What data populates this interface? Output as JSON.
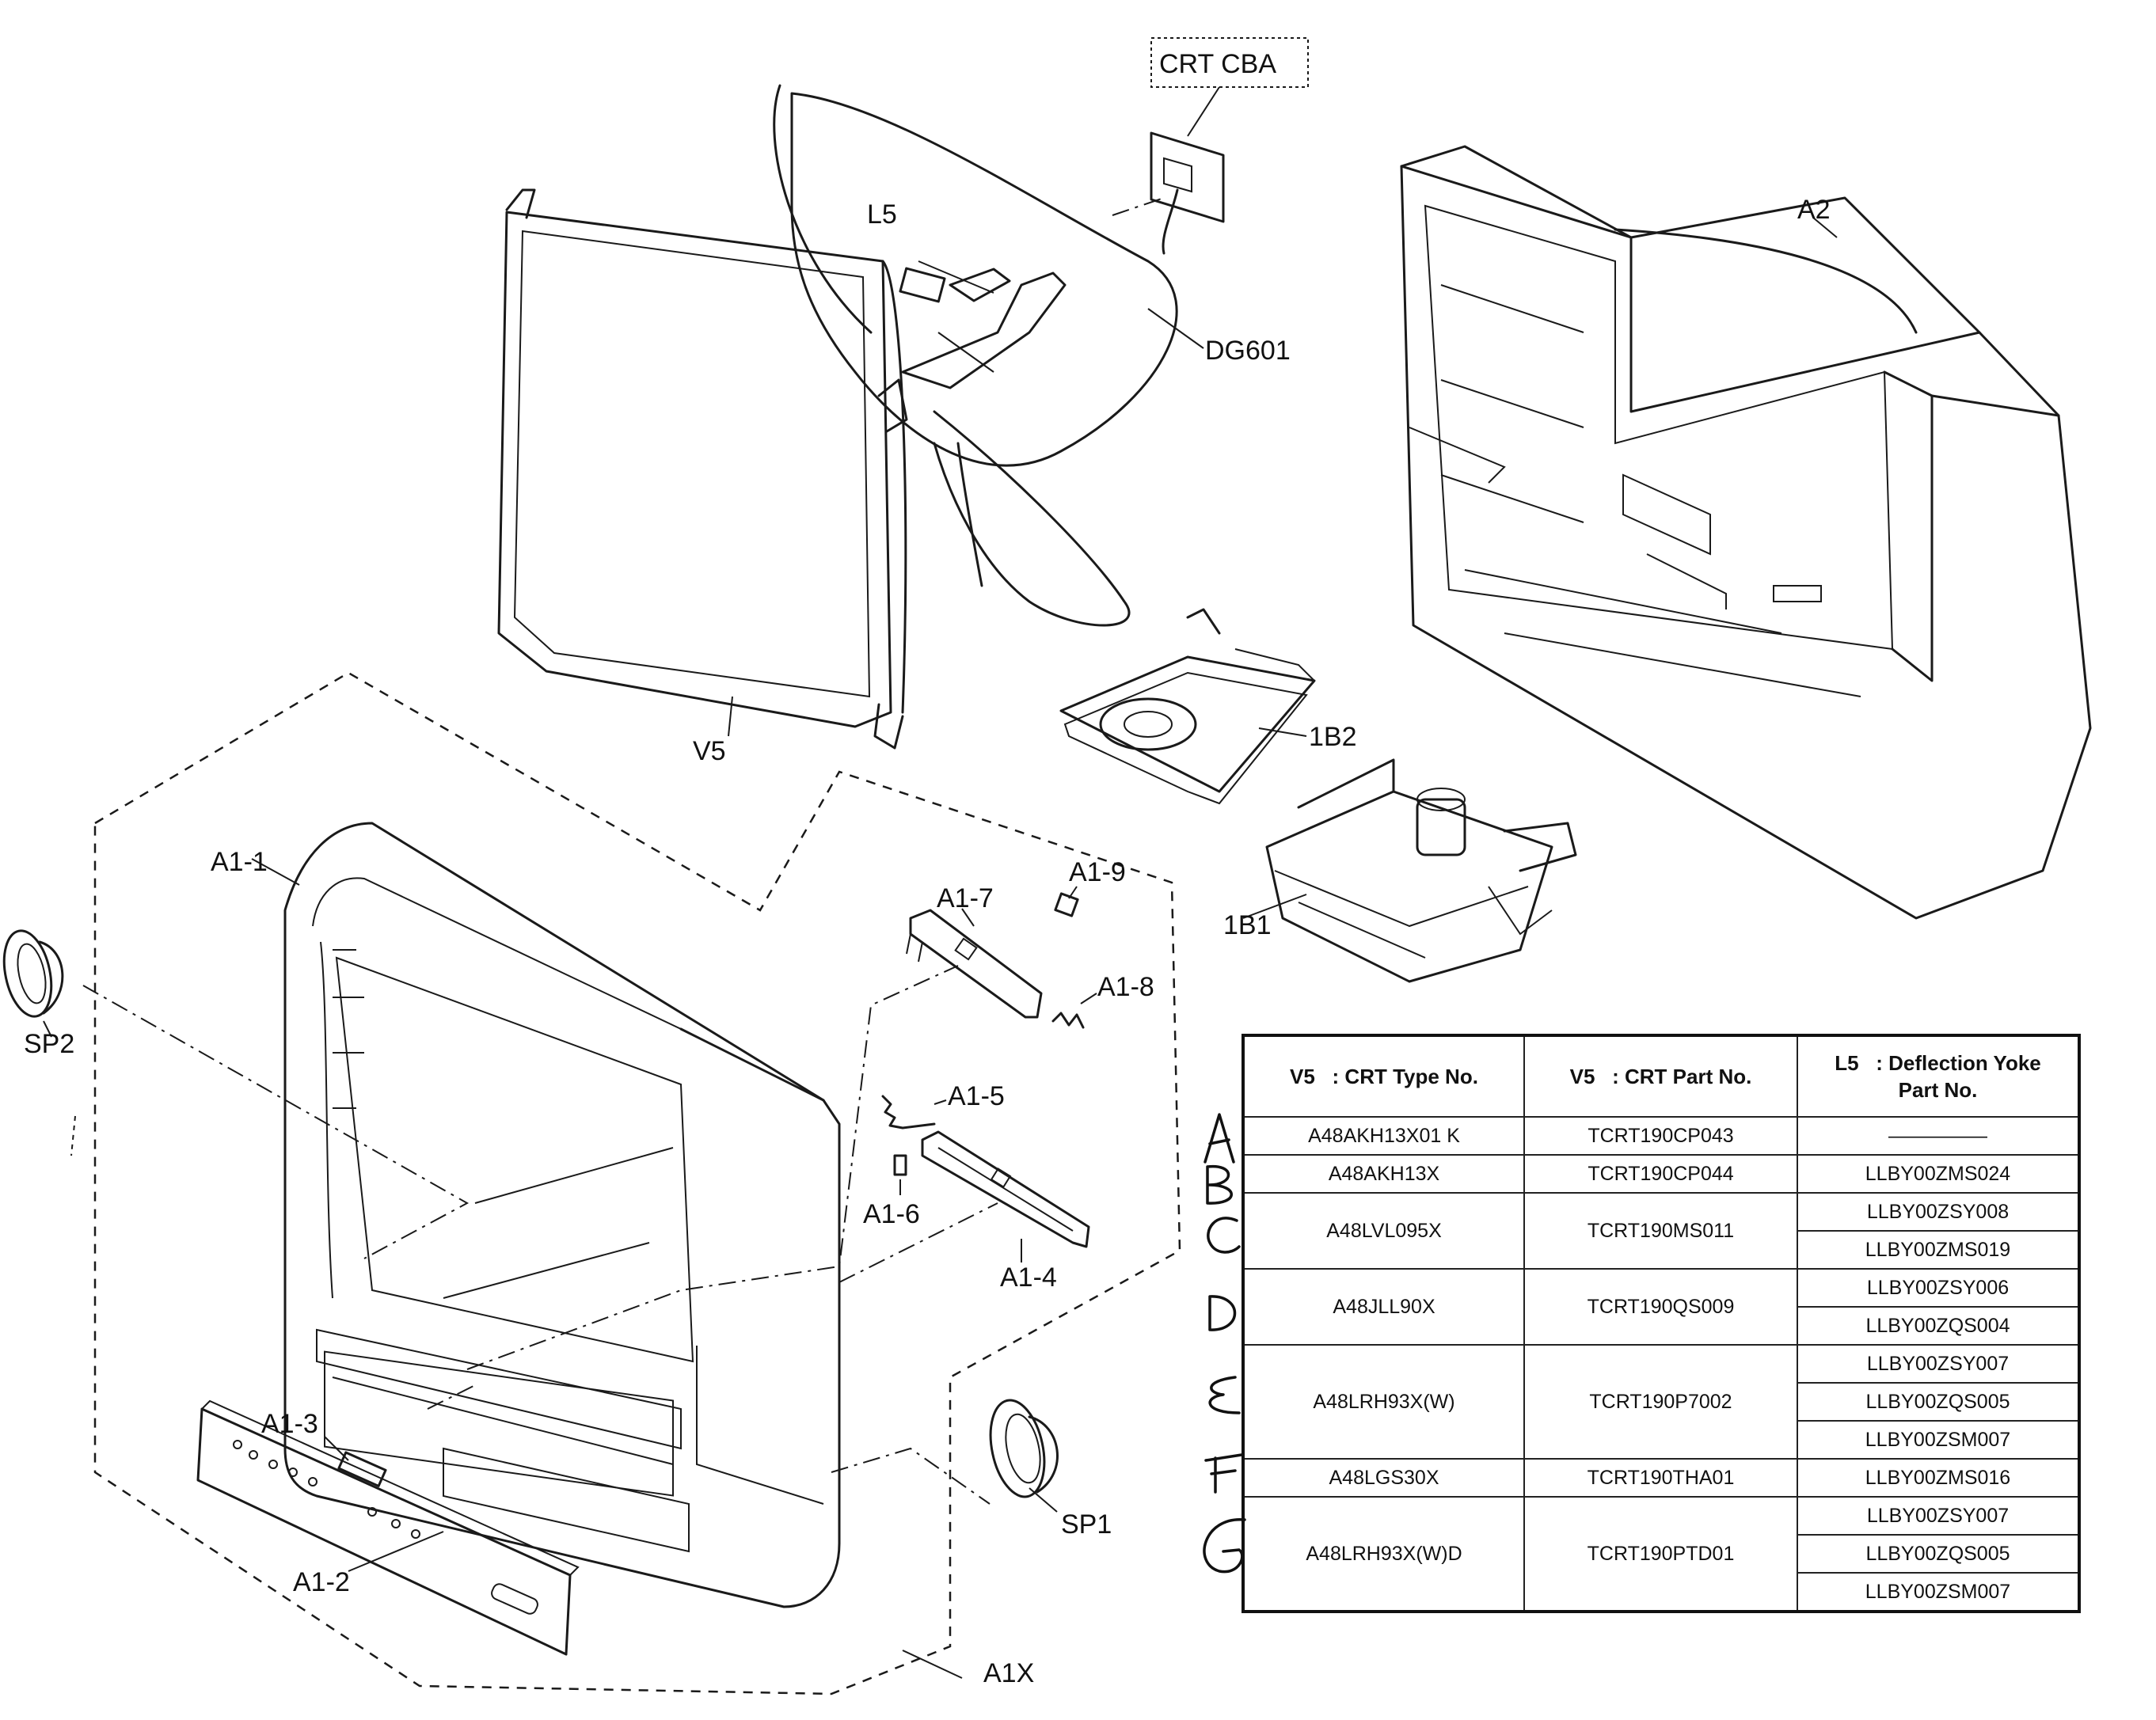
{
  "labels": {
    "crt_cba": "CRT CBA",
    "l5": "L5",
    "dg601": "DG601",
    "a2": "A2",
    "v5": "V5",
    "b2": "1B2",
    "b1": "1B1",
    "a1_1": "A1-1",
    "a1_7": "A1-7",
    "a1_9": "A1-9",
    "a1_8": "A1-8",
    "a1_5": "A1-5",
    "a1_6": "A1-6",
    "a1_4": "A1-4",
    "a1_3": "A1-3",
    "a1_2": "A1-2",
    "sp1": "SP1",
    "sp2": "SP2",
    "a1x": "A1X"
  },
  "table": {
    "headers": {
      "col1_prefix": "V5",
      "col1": ": CRT Type No.",
      "col2_prefix": "V5",
      "col2": ": CRT Part No.",
      "col3_prefix": "L5",
      "col3_line1": ": Deflection Yoke",
      "col3_line2": "Part No."
    },
    "row_marks": [
      "A",
      "B",
      "C",
      "D",
      "E",
      "F",
      "G"
    ],
    "rows": [
      {
        "type": "A48AKH13X01 K",
        "part": "TCRT190CP043",
        "yokes": [
          "—————"
        ]
      },
      {
        "type": "A48AKH13X",
        "part": "TCRT190CP044",
        "yokes": [
          "LLBY00ZMS024"
        ]
      },
      {
        "type": "A48LVL095X",
        "part": "TCRT190MS011",
        "yokes": [
          "LLBY00ZSY008",
          "LLBY00ZMS019"
        ]
      },
      {
        "type": "A48JLL90X",
        "part": "TCRT190QS009",
        "yokes": [
          "LLBY00ZSY006",
          "LLBY00ZQS004"
        ]
      },
      {
        "type": "A48LRH93X(W)",
        "part": "TCRT190P7002",
        "yokes": [
          "LLBY00ZSY007",
          "LLBY00ZQS005",
          "LLBY00ZSM007"
        ]
      },
      {
        "type": "A48LGS30X",
        "part": "TCRT190THA01",
        "yokes": [
          "LLBY00ZMS016"
        ]
      },
      {
        "type": "A48LRH93X(W)D",
        "part": "TCRT190PTD01",
        "yokes": [
          "LLBY00ZSY007",
          "LLBY00ZQS005",
          "LLBY00ZSM007"
        ]
      }
    ]
  }
}
